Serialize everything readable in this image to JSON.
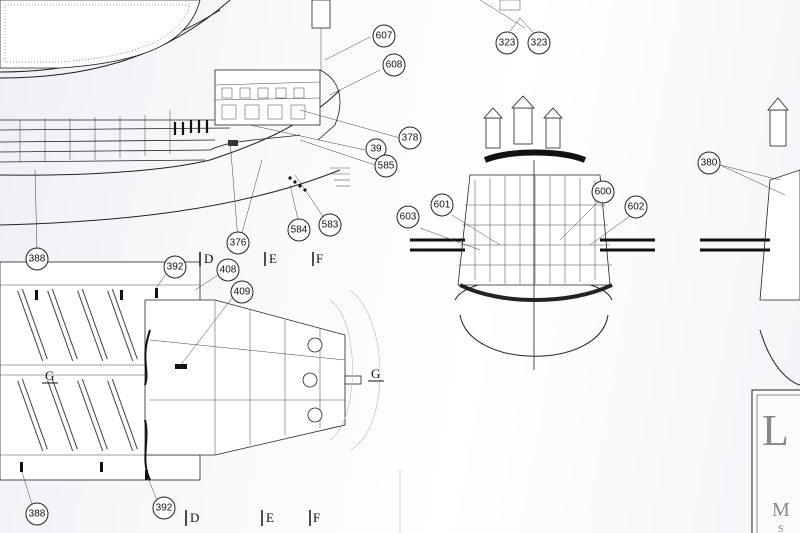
{
  "callouts": [
    {
      "id": "c607",
      "label": "607"
    },
    {
      "id": "c608",
      "label": "608"
    },
    {
      "id": "c378",
      "label": "378"
    },
    {
      "id": "c39",
      "label": "39"
    },
    {
      "id": "c585",
      "label": "585"
    },
    {
      "id": "c583",
      "label": "583"
    },
    {
      "id": "c584",
      "label": "584"
    },
    {
      "id": "c376",
      "label": "376"
    },
    {
      "id": "c323a",
      "label": "323"
    },
    {
      "id": "c323b",
      "label": "323"
    },
    {
      "id": "c388a",
      "label": "388"
    },
    {
      "id": "c392a",
      "label": "392"
    },
    {
      "id": "c408",
      "label": "408"
    },
    {
      "id": "c409",
      "label": "409"
    },
    {
      "id": "c601",
      "label": "601"
    },
    {
      "id": "c600",
      "label": "600"
    },
    {
      "id": "c602",
      "label": "602"
    },
    {
      "id": "c603",
      "label": "603"
    },
    {
      "id": "c380",
      "label": "380"
    },
    {
      "id": "c388b",
      "label": "388"
    },
    {
      "id": "c392b",
      "label": "392"
    }
  ],
  "sections": {
    "d_top": "D",
    "e_top": "E",
    "f_top": "F",
    "g_left": "G",
    "g_right": "G",
    "d_bottom": "D",
    "e_bottom": "E",
    "f_bottom": "F"
  },
  "title_block": {
    "big_letter": "L",
    "line2": "M",
    "line3": "S"
  }
}
